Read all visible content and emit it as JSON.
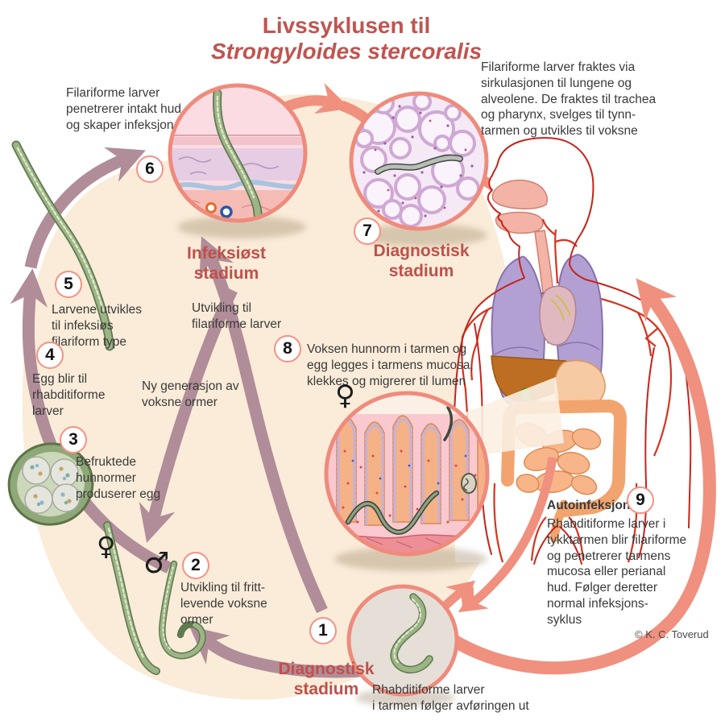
{
  "title": {
    "line1": "Livssyklusen til",
    "line2": "Strongyloides stercoralis"
  },
  "credit": "© K. C. Toverud",
  "symbols": {
    "female": "♀",
    "male": "♂"
  },
  "colors": {
    "title": "#c05450",
    "stage_label": "#c0504b",
    "body_text": "#3a3a3a",
    "cycle_arrow": "#b08d99",
    "infection_arrow": "#f0907e",
    "background_blob": "#faecd9",
    "badge_border": "#f59184",
    "worm_green": "#9db585",
    "lung_purple": "#b3a0d2",
    "liver_brown": "#bd6e22"
  },
  "labels": {
    "skin_entry": "Filariforme larver\npenetrerer intakt hud\nog skaper infeksjon",
    "to_lungs": "Filariforme larver fraktes via\nsirkulasjonen til lungene og\nalveolene. De fraktes til trachea\nog pharynx, svelges til tynn-\ntarmen og utvikles til voksne",
    "filariform_dev": "Utvikling til\nfilariforme larver",
    "new_generation": "Ny generasjon av\nvoksne ormer"
  },
  "stages": {
    "1": {
      "number": "1",
      "stadium": "Diagnostisk\nstadium",
      "text": "Rhabditiforme larver\ni tarmen følger avføringen ut"
    },
    "2": {
      "number": "2",
      "text": "Utvikling til fritt-\nlevende voksne\normer"
    },
    "3": {
      "number": "3",
      "text": "Befruktede\nhunnormer\nproduserer egg"
    },
    "4": {
      "number": "4",
      "text": "Egg blir til\nrhabditiforme\nlarver"
    },
    "5": {
      "number": "5",
      "text": "Larvene utvikles\ntil infeksiøs\nfilariform type"
    },
    "6": {
      "number": "6",
      "stadium": "Infeksiøst\nstadium"
    },
    "7": {
      "number": "7",
      "stadium": "Diagnostisk\nstadium"
    },
    "8": {
      "number": "8",
      "text": "Voksen hunnorm i tarmen og\negg legges i tarmens mucosa,\nklekkes og migrerer til lumen"
    },
    "9": {
      "number": "9",
      "heading": "Autoinfeksjon:",
      "text": "Rhabditiforme larver i\ntykktarmen blir filariforme\nog penetrerer tarmens\nmucosa eller perianal\nhud. Følger deretter\nnormal infeksjons-\nsyklus"
    }
  }
}
